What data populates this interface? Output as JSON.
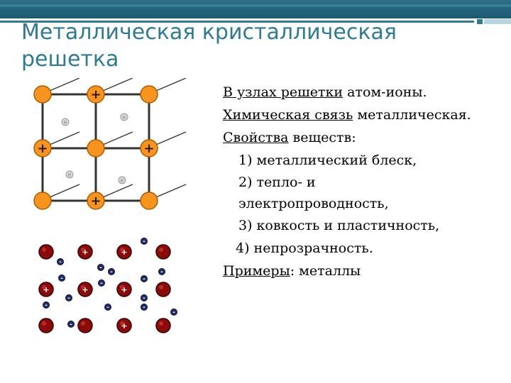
{
  "slide": {
    "title": "Металлическая кристаллическая решетка",
    "lines": [
      {
        "underlined": "В узлах решетки",
        "rest": " атом-ионы."
      },
      {
        "underlined": "Химическая связь",
        "rest": " металлическая."
      },
      {
        "underlined": "Свойства",
        "rest": " веществ:"
      }
    ],
    "properties": [
      "1) металлический блеск,",
      "2) тепло- и",
      "электропроводность,",
      "3) ковкость и пластичность,",
      "4) непрозрачность."
    ],
    "examples": {
      "underlined": "Примеры",
      "rest": ": металлы"
    }
  },
  "lattice_3d": {
    "plus_sign": "+",
    "electron_sign": "e"
  },
  "lattice_2d": {
    "plus_sign": "+",
    "minus_sign": "-"
  },
  "colors": {
    "accent": "#2e7b96",
    "ion_fill": "#f7941d",
    "ion_stroke": "#b35a00",
    "cation_fill": "#8b0a0a",
    "anion_fill": "#1f2d6b"
  }
}
